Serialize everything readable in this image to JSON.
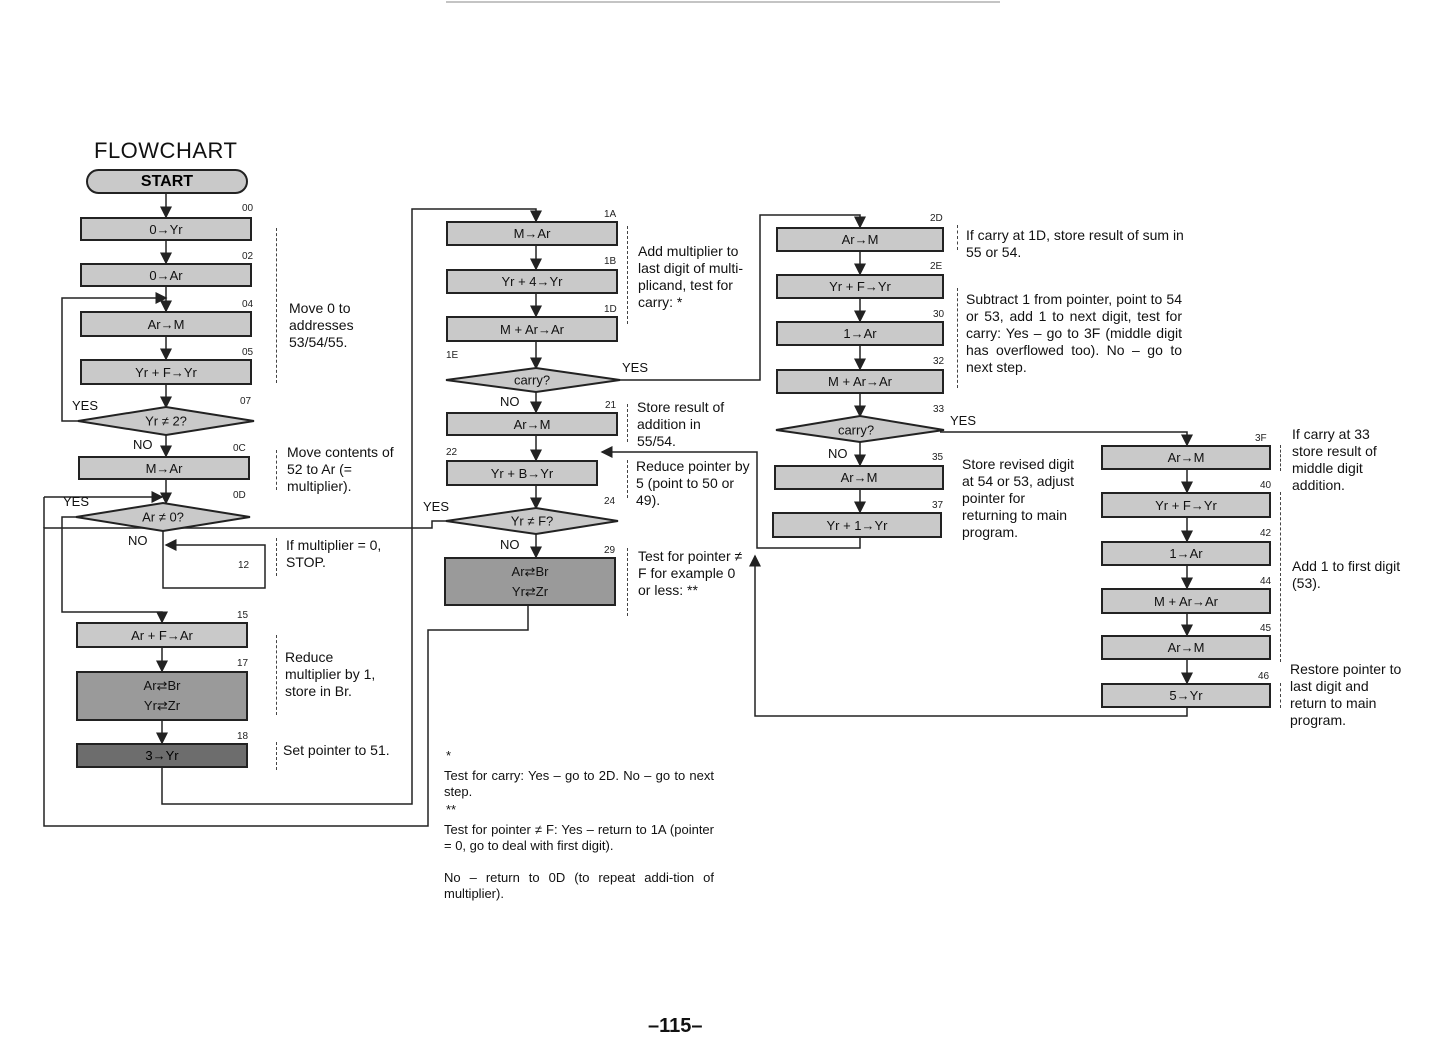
{
  "title": "FLOWCHART",
  "start": "START",
  "col1": {
    "b00": "0→Yr",
    "a00": "00",
    "b02": "0→Ar",
    "a02": "02",
    "b04": "Ar→M",
    "a04": "04",
    "b05": "Yr + F→Yr",
    "a05": "05",
    "d07": "Yr ≠ 2?",
    "a07": "07",
    "b0C": "M→Ar",
    "a0C": "0C",
    "d0D": "Ar ≠ 0?",
    "a0D": "0D",
    "a12": "12",
    "b15": "Ar + F→Ar",
    "a15": "15",
    "b17a": "Ar⇄Br",
    "b17b": "Yr⇄Zr",
    "a17": "17",
    "b18": "3→Yr",
    "a18": "18"
  },
  "col2": {
    "b1A": "M→Ar",
    "a1A": "1A",
    "b1B": "Yr + 4→Yr",
    "a1B": "1B",
    "b1D": "M + Ar→Ar",
    "a1D": "1D",
    "d1E": "carry?",
    "a1E": "1E",
    "b21": "Ar→M",
    "a21": "21",
    "b22": "Yr + B→Yr",
    "a22": "22",
    "d24": "Yr ≠ F?",
    "a24": "24",
    "b29a": "Ar⇄Br",
    "b29b": "Yr⇄Zr",
    "a29": "29"
  },
  "col3": {
    "b2D": "Ar→M",
    "a2D": "2D",
    "b2E": "Yr + F→Yr",
    "a2E": "2E",
    "b30": "1→Ar",
    "a30": "30",
    "b32": "M + Ar→Ar",
    "a32": "32",
    "d33": "carry?",
    "a33": "33",
    "b35": "Ar→M",
    "a35": "35",
    "b37": "Yr + 1→Yr",
    "a37": "37"
  },
  "col4": {
    "b3F": "Ar→M",
    "a3F": "3F",
    "b40": "Yr + F→Yr",
    "a40": "40",
    "b42": "1→Ar",
    "a42": "42",
    "b44": "M + Ar→Ar",
    "a44": "44",
    "b45": "Ar→M",
    "a45": "45",
    "b46": "5→Yr",
    "a46": "46"
  },
  "yn": {
    "yes07": "YES",
    "no07": "NO",
    "yes0D": "YES",
    "no0D": "NO",
    "yes1E": "YES",
    "no1E": "NO",
    "yes24": "YES",
    "no24": "NO",
    "yes33": "YES",
    "no33": "NO"
  },
  "notes": {
    "n1": "Move 0 to addresses 53/54/55.",
    "n2": "Move contents of 52 to Ar (= multiplier).",
    "n3": "If multiplier = 0, STOP.",
    "n4": "Reduce multiplier by 1, store in Br.",
    "n5": "Set pointer to 51.",
    "n6": "Add multiplier to last digit of multi-plicand, test for carry: *",
    "n7": "Store result of addition in 55/54.",
    "n8": "Reduce pointer by 5 (point to 50 or 49).",
    "n9": "Test for pointer ≠ F for example 0 or less: **",
    "n10": "If carry at 1D, store result of sum in 55 or 54.",
    "n11": "Subtract 1 from pointer, point to 54 or 53, add 1 to next digit, test for carry: Yes – go to 3F (middle digit has overflowed too). No – go to next step.",
    "n12": "Store revised digit at 54 or 53, adjust pointer for returning to main program.",
    "n13": "If carry at 33 store result of middle digit addition.",
    "n14": "Add 1 to first digit (53).",
    "n15": "Restore pointer to last digit and return to main program."
  },
  "footnotes": {
    "star1": "*",
    "f1": "Test for carry: Yes – go to 2D. No – go to next step.",
    "star2": "**",
    "f2": "Test for pointer ≠ F: Yes – return to 1A (pointer = 0, go to deal with first digit).",
    "f3": "No – return to 0D (to repeat addi-tion of multiplier)."
  },
  "page_number": "–115–"
}
